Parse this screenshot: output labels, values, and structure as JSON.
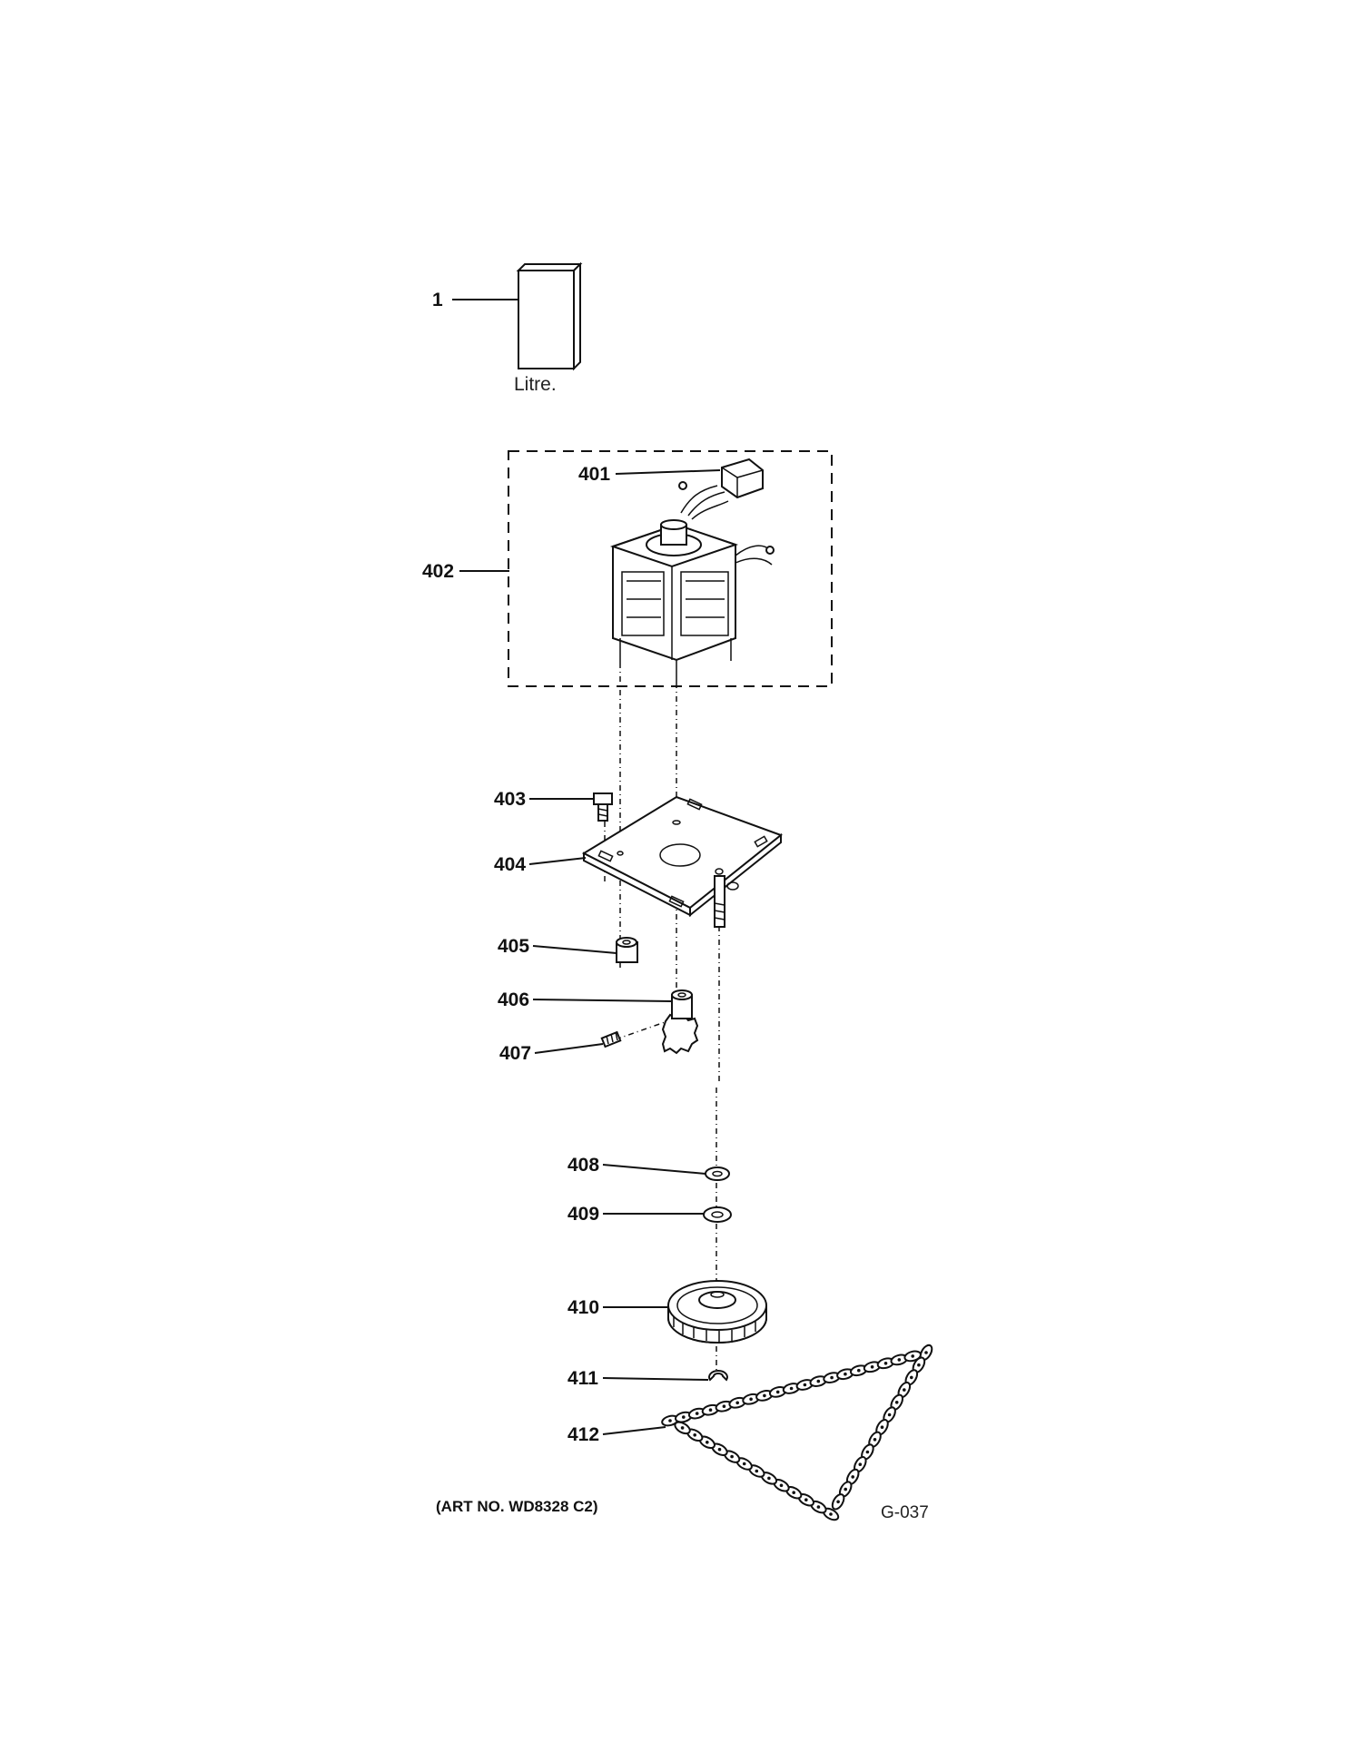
{
  "callouts": {
    "c1": "1",
    "c401": "401",
    "c402": "402",
    "c403": "403",
    "c404": "404",
    "c405": "405",
    "c406": "406",
    "c407": "407",
    "c408": "408",
    "c409": "409",
    "c410": "410",
    "c411": "411",
    "c412": "412"
  },
  "manual_label": "Litre.",
  "art_number": "(ART NO. WD8328 C2)",
  "figure_code": "G-037",
  "icons": {
    "manual": "manual-booklet-icon",
    "capacitor": "capacitor-icon",
    "motor": "motor-icon",
    "mounting_plate": "mounting-plate-icon",
    "bolt": "bolt-icon",
    "spacer": "spacer-icon",
    "pinion": "pinion-gear-icon",
    "setscrew": "set-screw-icon",
    "washer": "washer-icon",
    "sprocket": "sprocket-icon",
    "clip": "retaining-clip-icon",
    "chain": "roller-chain-icon"
  }
}
